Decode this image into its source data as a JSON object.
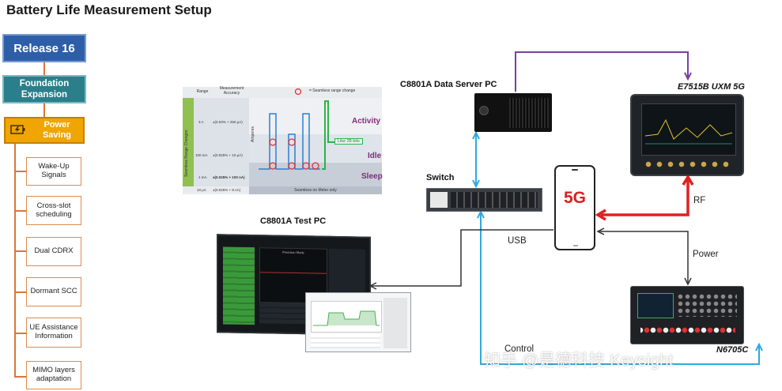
{
  "title": "Battery Life Measurement Setup",
  "hierarchy": {
    "release": "Release 16",
    "foundation": [
      "Foundation",
      "Expansion"
    ],
    "power_saving": [
      "Power",
      "Saving"
    ],
    "power_icon": "battery-charging-icon",
    "features": [
      [
        "Wake-Up",
        "Signals"
      ],
      [
        "Cross-slot",
        "scheduling"
      ],
      [
        "Dual CDRX"
      ],
      [
        "Dormant SCC"
      ],
      [
        "UE Assistance",
        "Information"
      ],
      [
        "MIMO layers",
        "adaptation"
      ]
    ]
  },
  "chart_panel": {
    "side_label": "Seamless Range Changes",
    "col_range": "Range",
    "col_accuracy": [
      "Measurement",
      "Accuracy"
    ],
    "legend": "= Seamless range change",
    "rows": [
      {
        "range": "3 A",
        "accuracy": "±(0.03% + 250 μA)"
      },
      {
        "range": "100 mA",
        "accuracy": "±(0.025% + 10 μA)"
      },
      {
        "range": "1 mA",
        "accuracy": "±(0.025% + 100 nA)"
      },
      {
        "range": "10 μA",
        "accuracy": "±(0.025% + 8 nA)"
      }
    ],
    "y_axis": "Amperes",
    "activity": "Activity",
    "idle": "Idle",
    "sleep": "Sleep",
    "callout": "Like 28 bits",
    "footer": "Seamless no Meter only"
  },
  "devices": {
    "server": "C8801A Data Server PC",
    "uxm": "E7515B UXM 5G",
    "switch": "Switch",
    "phone": "5G",
    "test_pc": "C8801A Test PC",
    "psu": "N6705C"
  },
  "connections": {
    "usb": "USB",
    "rf": "RF",
    "power": "Power",
    "control": "Control"
  },
  "test_pc_screen": {
    "plot_title": "Precision Mode"
  },
  "watermark": "知乎 @是德科技 Keysight",
  "colors": {
    "release": "#2f5ea8",
    "foundation": "#2a7f8a",
    "power_saving": "#f0a500",
    "feature_border": "#e08a4a",
    "purple_line": "#7b3fa0",
    "blue_line": "#2ea9e0",
    "red_line": "#e02020",
    "dark_line": "#333333",
    "activity_text": "#8a2a7a"
  }
}
